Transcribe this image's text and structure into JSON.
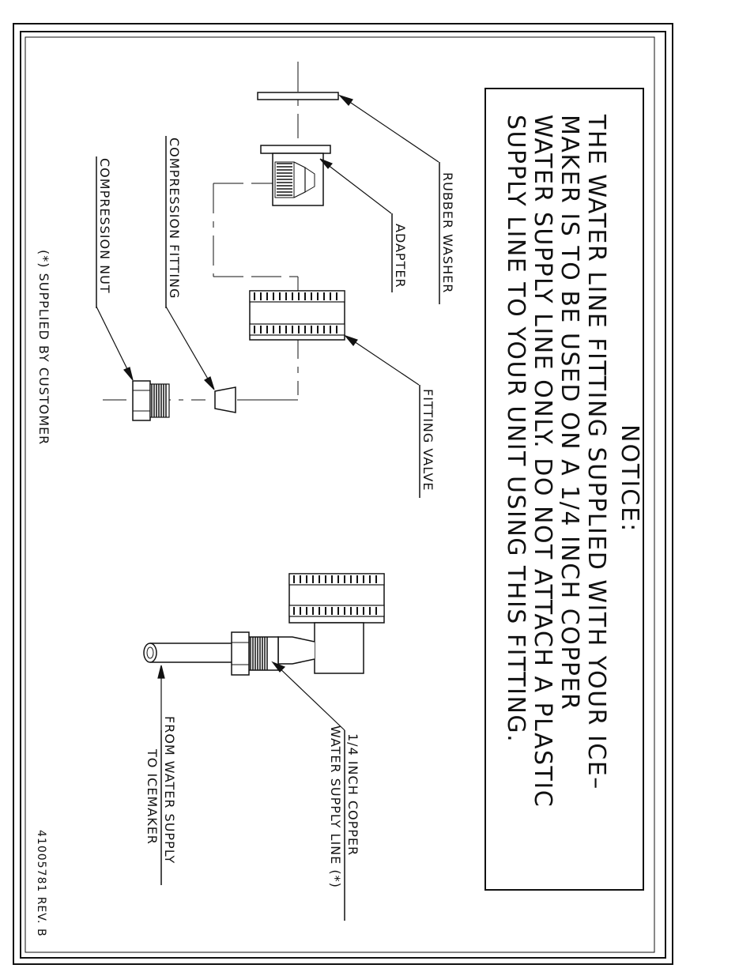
{
  "notice": {
    "title": "NOTICE:",
    "lines": [
      "THE WATER LINE FITTING SUPPLIED WITH YOUR ICE–",
      "MAKER IS TO BE USED ON A 1/4 INCH COPPER",
      "WATER SUPPLY LINE ONLY. DO NOT ATTACH A PLASTIC",
      "SUPPLY LINE TO YOUR UNIT USING THIS FITTING."
    ]
  },
  "parts": {
    "rubber_washer": "RUBBER WASHER",
    "adapter": "ADAPTER",
    "fitting_valve": "FITTING VALVE",
    "compression_fitting": "COMPRESSION FITTING",
    "compression_nut": "COMPRESSION NUT"
  },
  "assembly": {
    "copper_line_1": "1/4 INCH COPPER",
    "copper_line_2": "WATER SUPPLY LINE (*)",
    "from_supply_1": "FROM WATER SUPPLY",
    "from_supply_2": "TO ICEMAKER"
  },
  "footnote": "(*) SUPPLIED BY CUSTOMER",
  "doc_number": "41005781 REV. B"
}
